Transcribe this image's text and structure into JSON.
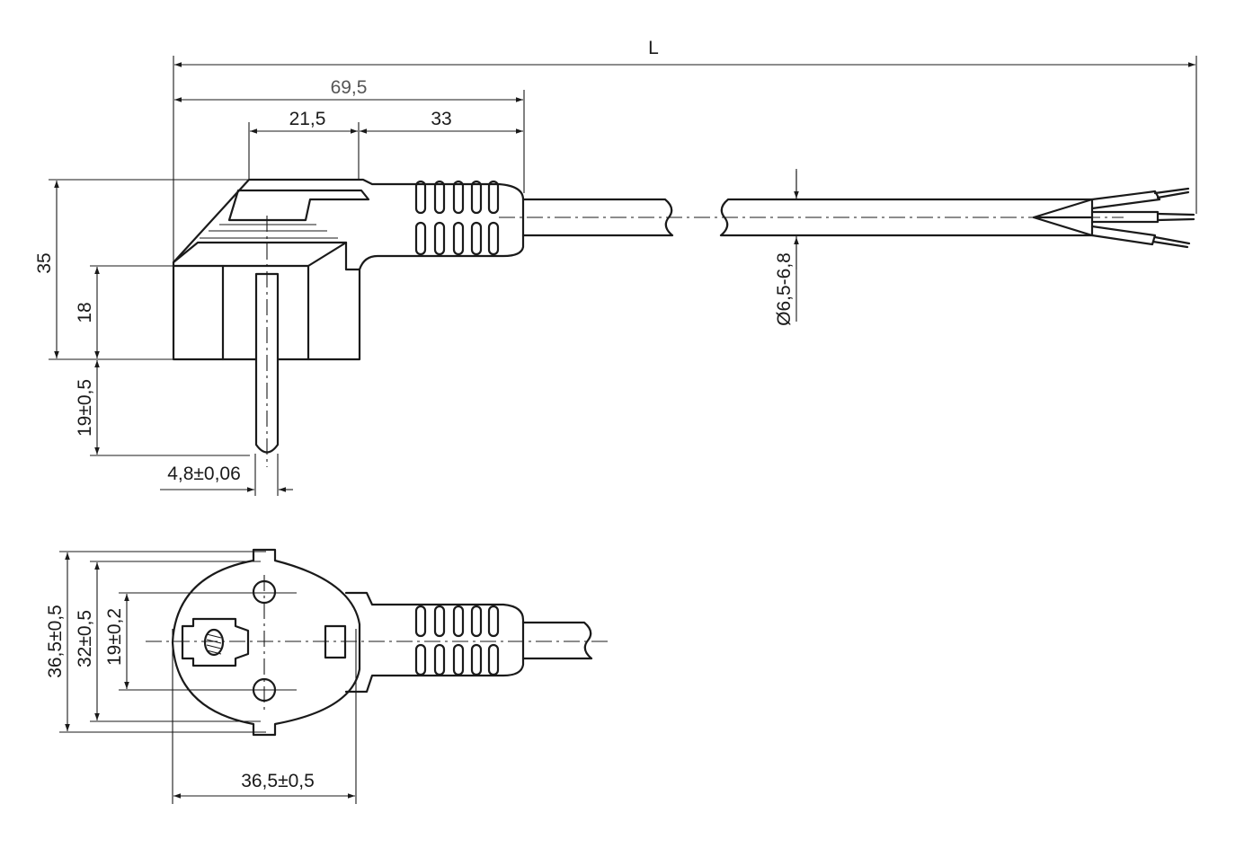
{
  "colors": {
    "background": "#ffffff",
    "line": "#1a1a1a",
    "secondary_text": "#555555"
  },
  "top_view": {
    "dims": {
      "overall_length": "L",
      "head_length": "69,5",
      "front_width": "21,5",
      "grip_length": "33",
      "total_height": "35",
      "body_height": "18",
      "pin_length": "19±0,5",
      "pin_diameter": "4,8±0,06",
      "cable_diameter": "Ø6,5-6,8"
    }
  },
  "front_view": {
    "dims": {
      "outer_height": "36,5±0,5",
      "body_height": "32±0,5",
      "pin_spacing": "19±0,2",
      "width": "36,5±0,5"
    }
  }
}
